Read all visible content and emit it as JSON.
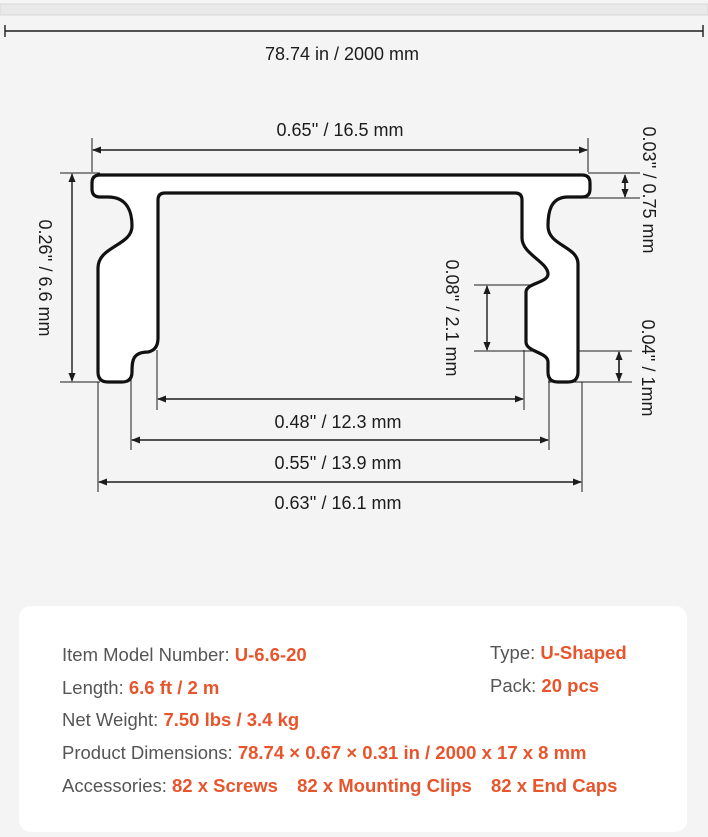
{
  "colors": {
    "background": "#f4f4f4",
    "card": "#ffffff",
    "label": "#555555",
    "value": "#e8552c",
    "outline": "#111111",
    "dimension_line": "#1c1c1c"
  },
  "dimensions": {
    "length": "78.74 in / 2000 mm",
    "top_width": "0.65'' / 16.5 mm",
    "wall_thickness": "0.03'' / 0.75 mm",
    "height": "0.26'' / 6.6 mm",
    "slot_height": "0.08'' / 2.1 mm",
    "foot_height": "0.04'' / 1mm",
    "inner_width": "0.48'' / 12.3 mm",
    "middle_width": "0.55'' / 13.9 mm",
    "bottom_width": "0.63'' / 16.1 mm"
  },
  "specs": {
    "model_label": "Item Model Number:",
    "model_value": "U-6.6-20",
    "type_label": "Type:",
    "type_value": "U-Shaped",
    "length_label": "Length:",
    "length_value": "6.6 ft / 2 m",
    "pack_label": "Pack:",
    "pack_value": "20 pcs",
    "weight_label": "Net Weight:",
    "weight_value": "7.50 lbs / 3.4 kg",
    "dims_label": "Product Dimensions:",
    "dims_value": "78.74 × 0.67 × 0.31 in / 2000 x 17 x 8 mm",
    "accessories_label": "Accessories:",
    "accessories": [
      "82 x Screws",
      "82 x Mounting Clips",
      "82 x End Caps"
    ]
  }
}
